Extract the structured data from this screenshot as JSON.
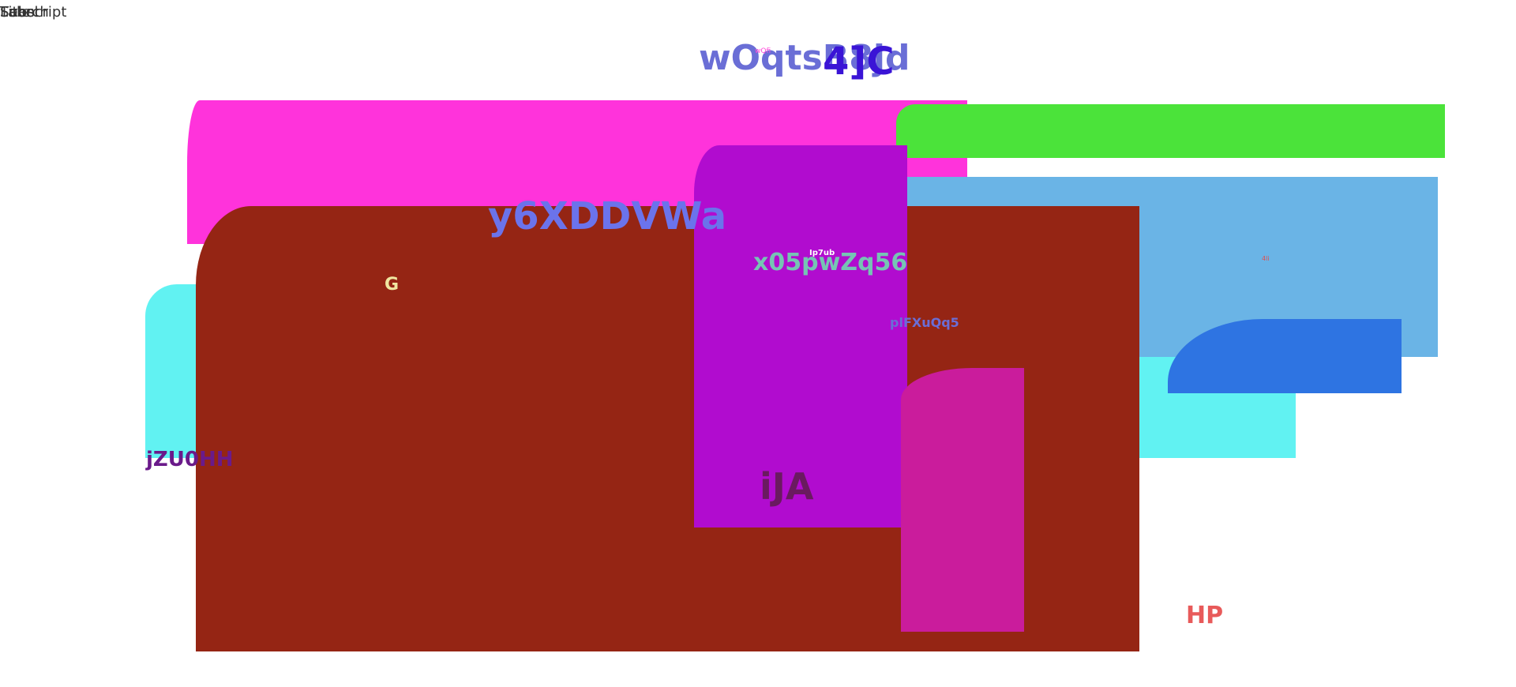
{
  "corner_labels": [
    "Search",
    "Title",
    "Label",
    "Subscript"
  ],
  "texts": {
    "title": "wOqtsB8jd",
    "title_overlap": "4]C",
    "tiny_top": "wQfi",
    "y6x": "y6XDDVWa",
    "x05": "x05pwZq56",
    "ip7": "Ip7ub",
    "g": "G",
    "plf": "plFXuQq5",
    "four_s": "4li",
    "jzu": "jZU0HH",
    "ija": "iJA",
    "hp": "HP"
  },
  "colors": {
    "magenta": "#ff33db",
    "green": "#4be33a",
    "cyan": "#61f2f2",
    "light_blue": "#6ab4e6",
    "brown": "#952514",
    "purple": "#b10ccf",
    "pink": "#ca1c9c",
    "blue": "#2e74e2"
  }
}
